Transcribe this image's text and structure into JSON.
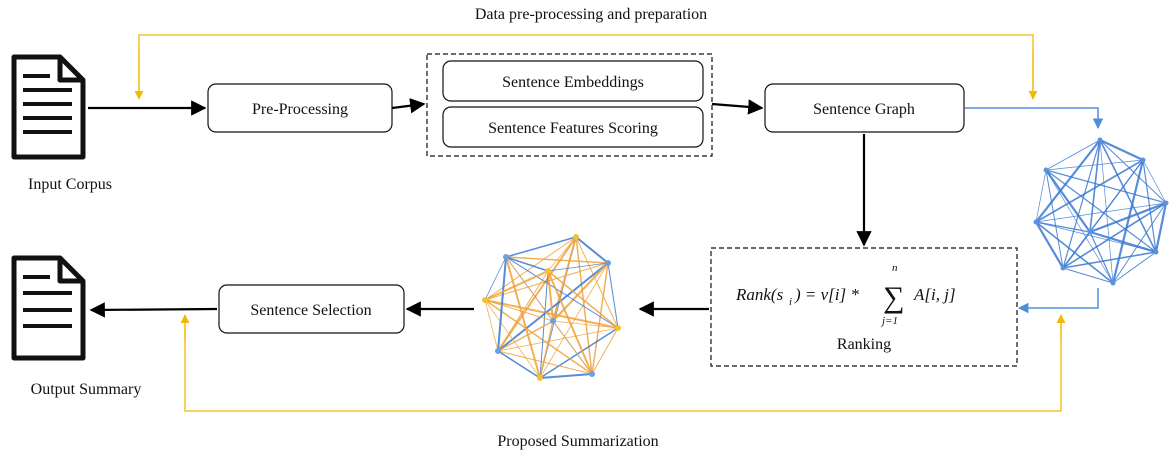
{
  "top_caption": "Data pre-processing and preparation",
  "bottom_caption": "Proposed Summarization",
  "input": {
    "label": "Input Corpus",
    "icon": "document-icon"
  },
  "output": {
    "label": "Output Summary",
    "icon": "document-icon"
  },
  "boxes": {
    "preprocessing": "Pre-Processing",
    "embeddings": "Sentence Embeddings",
    "features": "Sentence Features Scoring",
    "graph": "Sentence Graph",
    "selection": "Sentence Selection"
  },
  "ranking": {
    "label": "Ranking",
    "formula_lhs": "Rank(s",
    "formula_sub_i": "i",
    "formula_rhs_a": ") = v[i] *",
    "formula_sum": "∑",
    "formula_sup": "n",
    "formula_sub": "j=1",
    "formula_rhs_b": "A[i, j]"
  },
  "colors": {
    "flow": "#000000",
    "prep_arrow": "#f5b800",
    "graph_arrow": "#4f8fd8",
    "graph_blue": "#3a78d2",
    "graph_orange": "#f0a23a"
  }
}
